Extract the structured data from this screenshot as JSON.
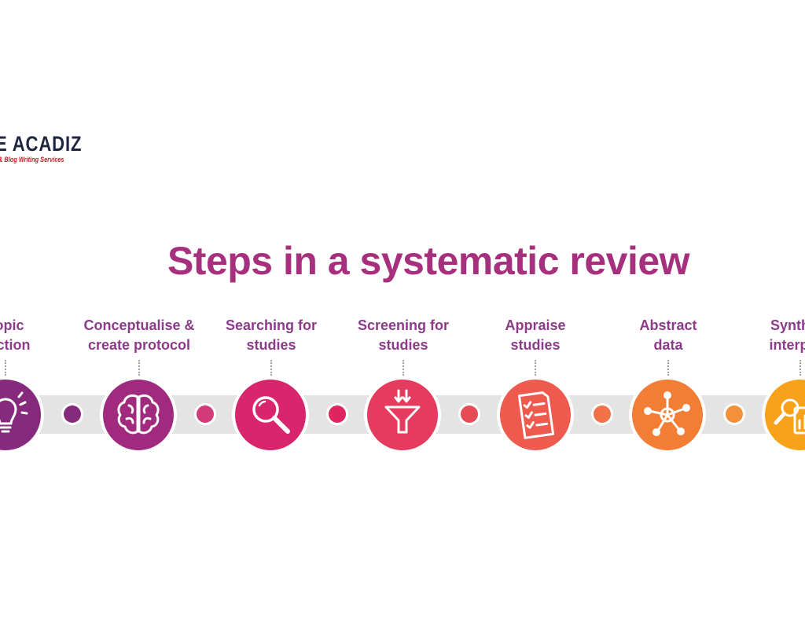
{
  "logo": {
    "name": "E ACADIZ",
    "tagline": "& Blog Writing Services"
  },
  "title": "Steps in a systematic review",
  "steps": [
    {
      "line1": "opic",
      "line2": "ection",
      "icon": "lightbulb-icon",
      "color": "#862a7e"
    },
    {
      "line1": "Conceptualise &",
      "line2": "create protocol",
      "icon": "brain-icon",
      "color": "#a02a7e"
    },
    {
      "line1": "Searching for",
      "line2": "studies",
      "icon": "magnifier-icon",
      "color": "#d9246e"
    },
    {
      "line1": "Screening for",
      "line2": "studies",
      "icon": "funnel-icon",
      "color": "#e53b5e"
    },
    {
      "line1": "Appraise",
      "line2": "studies",
      "icon": "checklist-icon",
      "color": "#ef5a4f"
    },
    {
      "line1": "Abstract",
      "line2": "data",
      "icon": "network-icon",
      "color": "#f27e35"
    },
    {
      "line1": "Synthes",
      "line2": "interpret",
      "icon": "analysis-icon",
      "color": "#f7a21a"
    }
  ],
  "connector_colors": [
    "#862a7e",
    "#d33a7a",
    "#e0245f",
    "#e64b58",
    "#f07246",
    "#f2913a"
  ]
}
